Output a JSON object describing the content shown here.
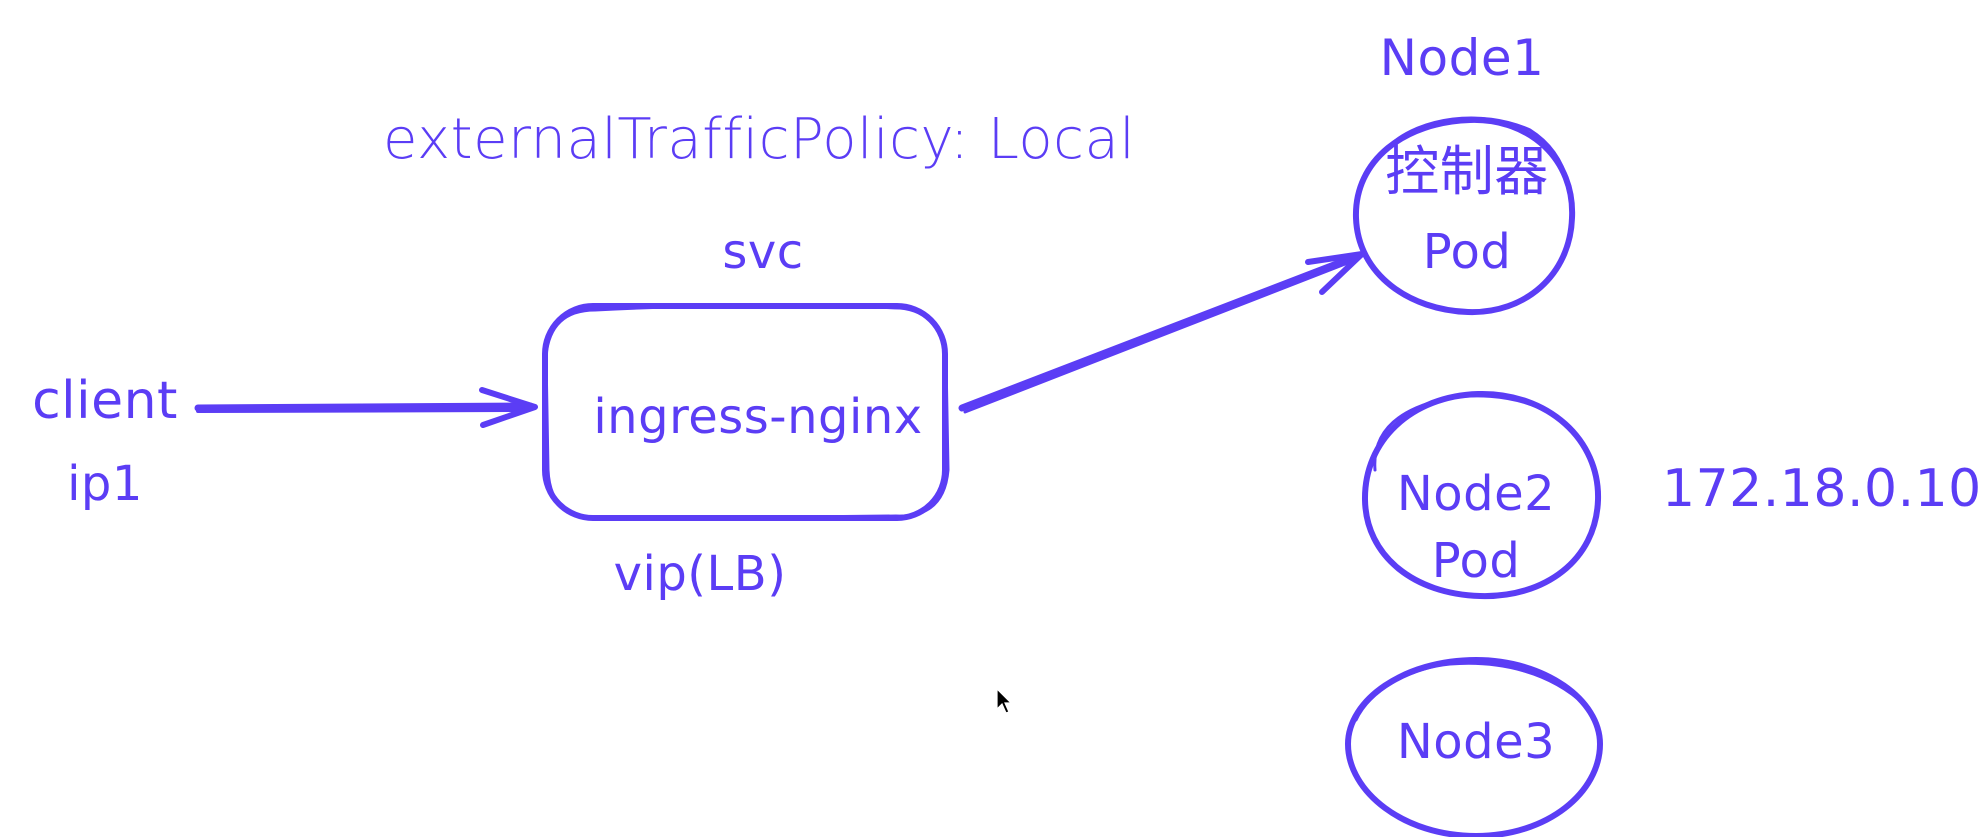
{
  "colors": {
    "ink": "#5b3df5",
    "background": "#ffffff"
  },
  "labels": {
    "policy": "externalTrafficPolicy: Local",
    "svc": "svc",
    "service_box": "ingress-nginx",
    "vip": "vip(LB)",
    "client": "client",
    "client_ip": "ip1",
    "node1": "Node1",
    "controller": "控制器",
    "node1_pod": "Pod",
    "node2": "Node2",
    "node2_pod": "Pod",
    "node2_ip": "172.18.0.10",
    "node3": "Node3"
  },
  "icons": {
    "cursor": "mouse-pointer-icon"
  }
}
